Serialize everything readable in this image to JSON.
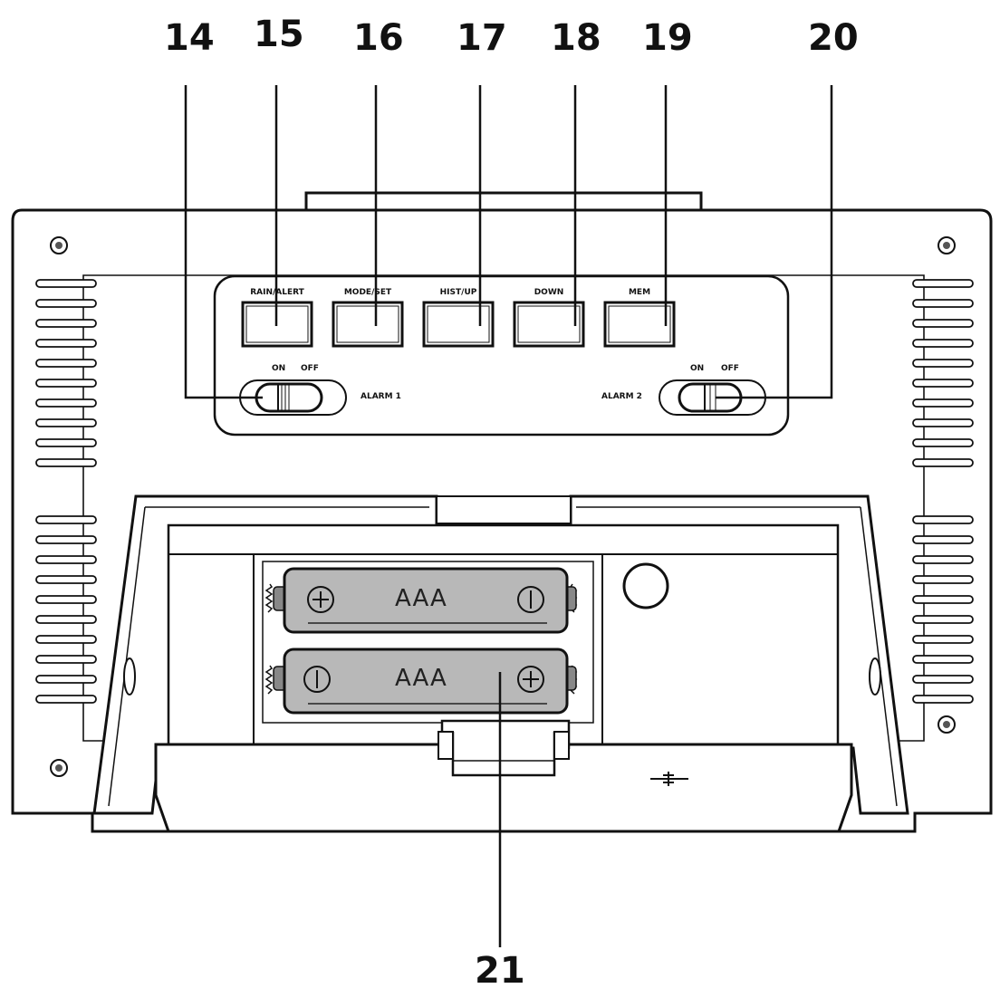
{
  "callouts": {
    "c14": "14",
    "c15": "15",
    "c16": "16",
    "c17": "17",
    "c18": "18",
    "c19": "19",
    "c20": "20",
    "c21": "21"
  },
  "buttons": {
    "rain_alert": "RAIN/ALERT",
    "mode_set": "MODE/SET",
    "hist_up": "HIST/UP",
    "down": "DOWN",
    "mem": "MEM"
  },
  "alarm1": {
    "label": "ALARM 1",
    "on": "ON",
    "off": "OFF"
  },
  "alarm2": {
    "label": "ALARM 2",
    "on": "ON",
    "off": "OFF"
  },
  "battery": {
    "top": "AAA",
    "bottom": "AAA"
  },
  "icons": [
    "screw-hole-icon",
    "vent-slot-icon",
    "plus-terminal-icon",
    "minus-terminal-icon",
    "spring-contact-icon"
  ]
}
